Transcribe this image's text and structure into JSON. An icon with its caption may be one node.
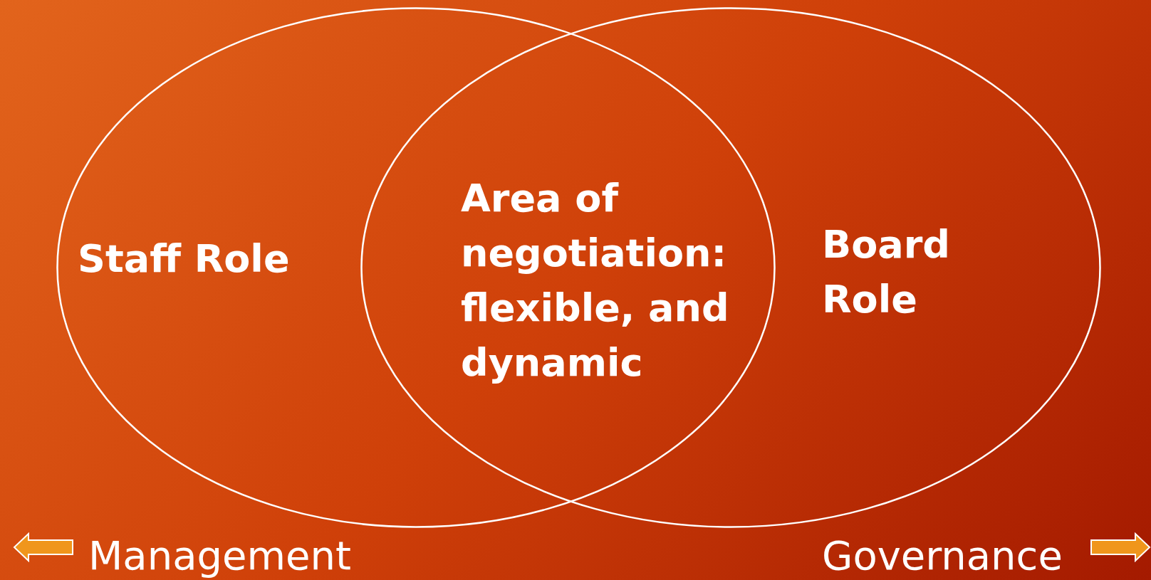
{
  "diagram": {
    "nodes": [
      {
        "text": [
          "Staff Role"
        ]
      },
      {
        "text": [
          "Area of negotiation: flexible, and dynamic"
        ]
      },
      {
        "text": [
          "Board Role"
        ]
      }
    ],
    "labels": [
      "Management",
      "Governance"
    ]
  }
}
